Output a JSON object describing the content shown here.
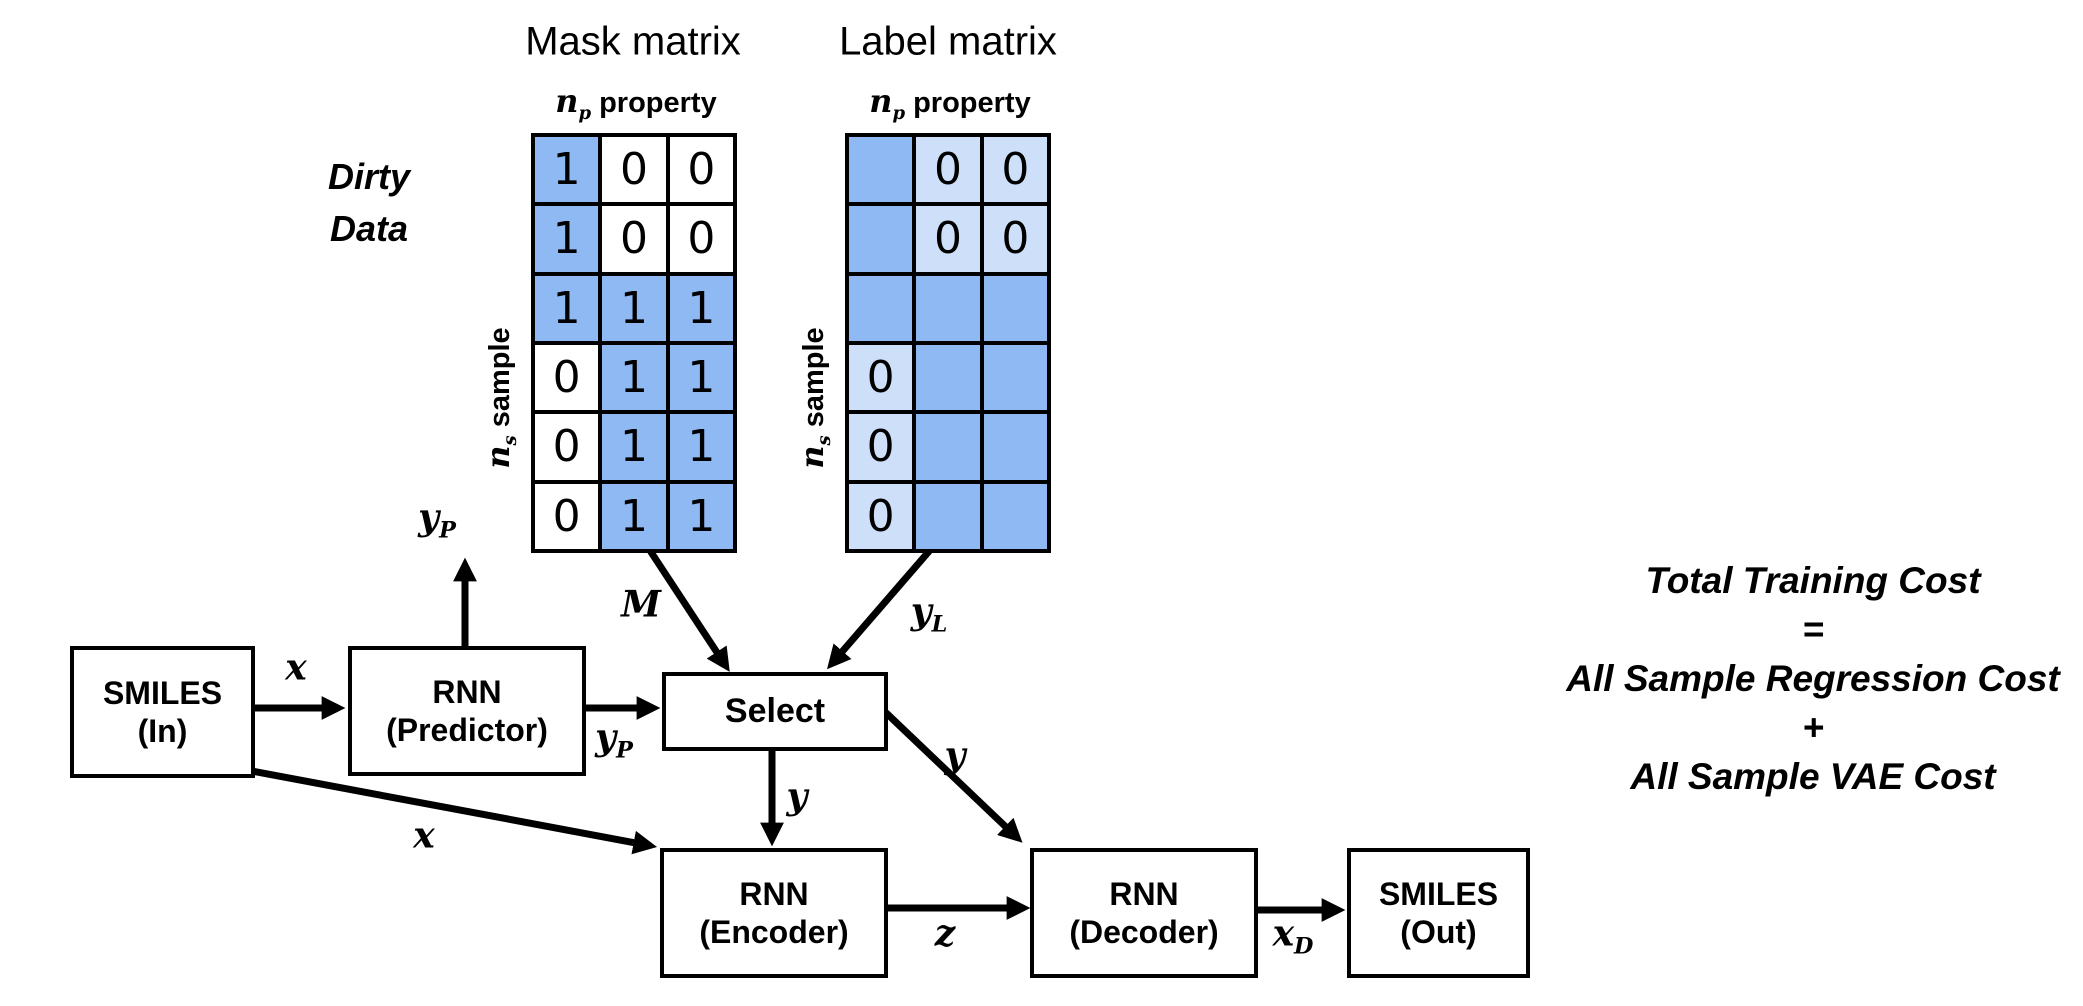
{
  "titles": {
    "mask": "Mask matrix",
    "label": "Label matrix"
  },
  "dirty_data": {
    "line1": "Dirty",
    "line2": "Data"
  },
  "axes": {
    "property": {
      "base": "n",
      "sub": "p",
      "word": "property"
    },
    "sample": {
      "base": "n",
      "sub": "s",
      "word": "sample"
    }
  },
  "matrices": {
    "mask": {
      "rows": 6,
      "cols": 3,
      "cells": [
        {
          "v": "1",
          "fill": "med"
        },
        {
          "v": "0",
          "fill": "white"
        },
        {
          "v": "0",
          "fill": "white"
        },
        {
          "v": "1",
          "fill": "med"
        },
        {
          "v": "0",
          "fill": "white"
        },
        {
          "v": "0",
          "fill": "white"
        },
        {
          "v": "1",
          "fill": "med"
        },
        {
          "v": "1",
          "fill": "med"
        },
        {
          "v": "1",
          "fill": "med"
        },
        {
          "v": "0",
          "fill": "white"
        },
        {
          "v": "1",
          "fill": "med"
        },
        {
          "v": "1",
          "fill": "med"
        },
        {
          "v": "0",
          "fill": "white"
        },
        {
          "v": "1",
          "fill": "med"
        },
        {
          "v": "1",
          "fill": "med"
        },
        {
          "v": "0",
          "fill": "white"
        },
        {
          "v": "1",
          "fill": "med"
        },
        {
          "v": "1",
          "fill": "med"
        }
      ]
    },
    "label": {
      "rows": 6,
      "cols": 3,
      "cells": [
        {
          "v": "",
          "fill": "med"
        },
        {
          "v": "0",
          "fill": "light"
        },
        {
          "v": "0",
          "fill": "light"
        },
        {
          "v": "",
          "fill": "med"
        },
        {
          "v": "0",
          "fill": "light"
        },
        {
          "v": "0",
          "fill": "light"
        },
        {
          "v": "",
          "fill": "med"
        },
        {
          "v": "",
          "fill": "med"
        },
        {
          "v": "",
          "fill": "med"
        },
        {
          "v": "0",
          "fill": "light"
        },
        {
          "v": "",
          "fill": "med"
        },
        {
          "v": "",
          "fill": "med"
        },
        {
          "v": "0",
          "fill": "light"
        },
        {
          "v": "",
          "fill": "med"
        },
        {
          "v": "",
          "fill": "med"
        },
        {
          "v": "0",
          "fill": "light"
        },
        {
          "v": "",
          "fill": "med"
        },
        {
          "v": "",
          "fill": "med"
        }
      ]
    }
  },
  "boxes": {
    "smiles_in": {
      "line1": "SMILES",
      "line2": "(In)"
    },
    "rnn_predictor": {
      "line1": "RNN",
      "line2": "(Predictor)"
    },
    "select": {
      "label": "Select"
    },
    "rnn_encoder": {
      "line1": "RNN",
      "line2": "(Encoder)"
    },
    "rnn_decoder": {
      "line1": "RNN",
      "line2": "(Decoder)"
    },
    "smiles_out": {
      "line1": "SMILES",
      "line2": "(Out)"
    }
  },
  "edge_labels": {
    "x_in": {
      "base": "x",
      "sub": ""
    },
    "yP_up": {
      "base": "y",
      "sub": "P"
    },
    "yP_out": {
      "base": "y",
      "sub": "P"
    },
    "M": {
      "base": "M",
      "sub": ""
    },
    "yL": {
      "base": "y",
      "sub": "L"
    },
    "y_down": {
      "base": "y",
      "sub": ""
    },
    "y_diag": {
      "base": "y",
      "sub": ""
    },
    "x_diag": {
      "base": "x",
      "sub": ""
    },
    "z": {
      "base": "z",
      "sub": ""
    },
    "xD": {
      "base": "x",
      "sub": "D"
    }
  },
  "cost_equation": {
    "lines": [
      "Total Training Cost",
      "=",
      "All Sample Regression Cost",
      "+",
      "All Sample VAE Cost"
    ]
  },
  "colors": {
    "cell_medium": "#8FB9F3",
    "cell_light": "#CEE0F9",
    "ink": "#000000"
  }
}
